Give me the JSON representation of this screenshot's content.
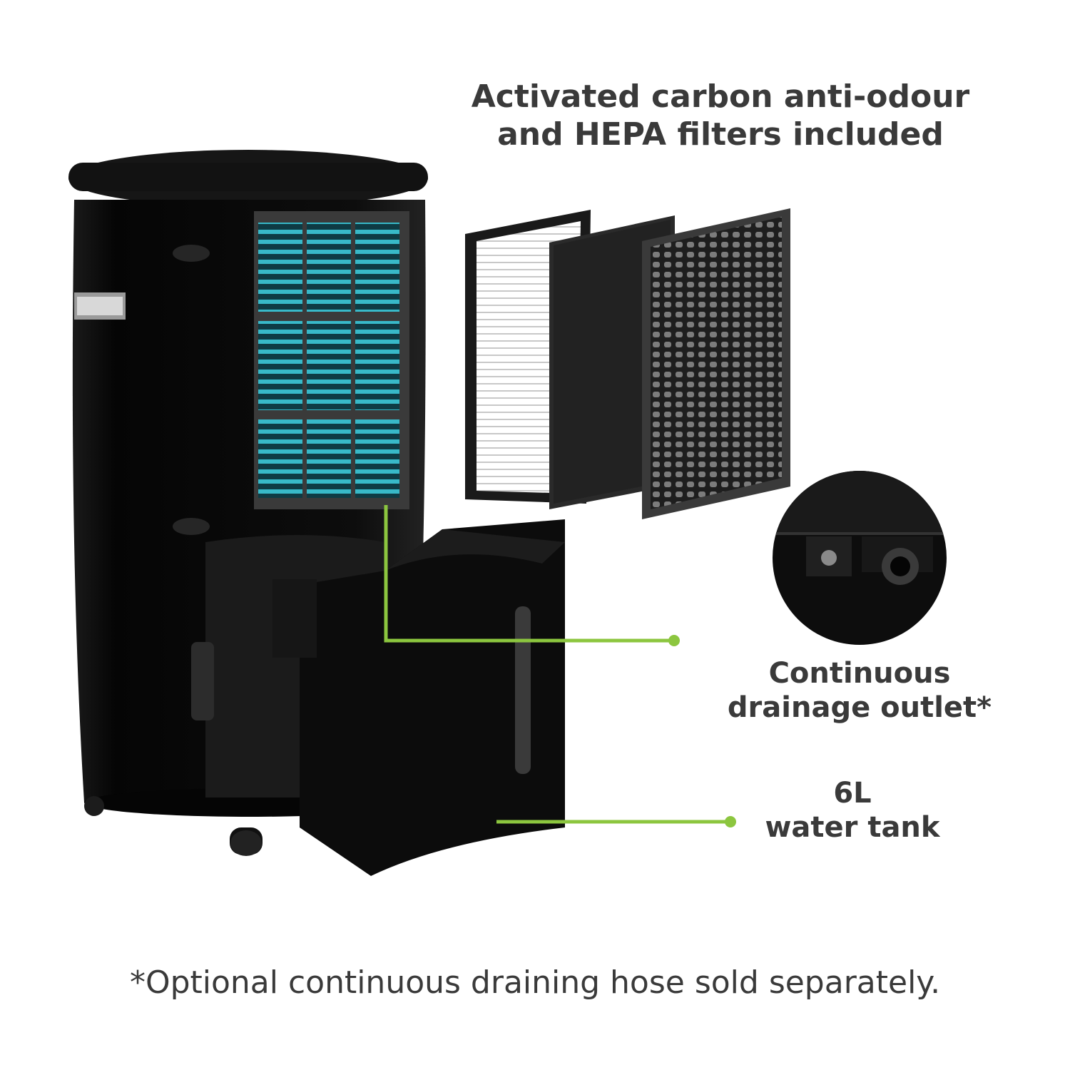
{
  "labels": {
    "filters_line1": "Activated carbon anti-odour",
    "filters_line2": "and HEPA filters included",
    "drain_line1": "Continuous",
    "drain_line2": "drainage outlet*",
    "tank_line1": "6L",
    "tank_line2": "water tank",
    "footnote": "*Optional continuous draining hose sold separately."
  },
  "colors": {
    "background": "#ffffff",
    "text": "#3a3a3a",
    "callout_line": "#8cc63f",
    "unit_body": "#0b0b0b",
    "coil": "#2fb3c3"
  },
  "icons": {
    "unit": "dehumidifier-illustration",
    "hepa": "hepa-filter-illustration",
    "carbon": "carbon-filter-illustration",
    "grille": "front-grille-illustration",
    "tank": "water-tank-illustration",
    "outlet": "drain-outlet-closeup"
  }
}
